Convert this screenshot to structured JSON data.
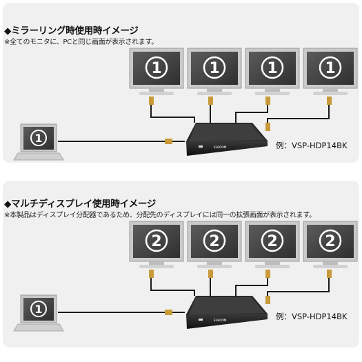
{
  "mirroring": {
    "title": "◆ミラーリング時使用時イメージ",
    "subtitle": "※全てのモニタに、PCと同じ画面が表示されます。",
    "monitor_numbers": [
      "①",
      "①",
      "①",
      "①"
    ],
    "laptop_number": "①",
    "example": "例：VSP-HDP14BK",
    "device_brand": "ELECOM"
  },
  "multi_display": {
    "title": "◆マルチディスプレイ使用時イメージ",
    "subtitle": "※本製品はディスプレイ分配器であるため、分配先のディスプレイには同一の拡張画面が表示されます。",
    "monitor_numbers": [
      "②",
      "②",
      "②",
      "②"
    ],
    "laptop_number": "①",
    "example": "例：VSP-HDP14BK",
    "device_brand": "ELECOM"
  },
  "colors": {
    "panel_bg": "#f0f0f0",
    "screen": "#4a4a4a",
    "bezel": "#c7c7c7",
    "cable": "#1a1a1a",
    "connector_gold": "#c89a3a"
  }
}
